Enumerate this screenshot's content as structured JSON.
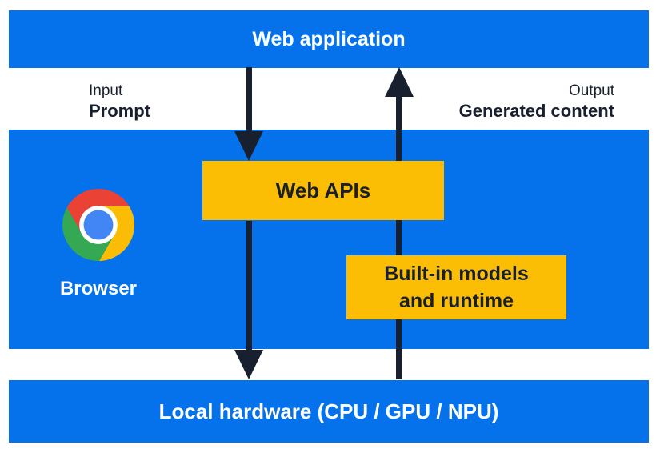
{
  "bands": {
    "top": {
      "label": "Web application"
    },
    "middle": {
      "label": ""
    },
    "bottom": {
      "label": "Local hardware (CPU / GPU / NPU)"
    }
  },
  "flow_labels": {
    "input": {
      "line1": "Input",
      "line2": "Prompt"
    },
    "output": {
      "line1": "Output",
      "line2": "Generated content"
    }
  },
  "boxes": {
    "web_apis": {
      "label": "Web APIs"
    },
    "builtin": {
      "line1": "Built-in models",
      "line2": "and runtime"
    }
  },
  "browser": {
    "label": "Browser"
  },
  "icons": {
    "browser_logo": "chrome-logo"
  },
  "colors": {
    "band_blue": "#0572EC",
    "box_yellow": "#FCBD05",
    "arrow_navy": "#18202F",
    "text_on_blue": "#FFFFFF",
    "chrome_red": "#EA4335",
    "chrome_green": "#34A853",
    "chrome_yellow": "#FBBC05",
    "chrome_blue": "#4285F4"
  }
}
